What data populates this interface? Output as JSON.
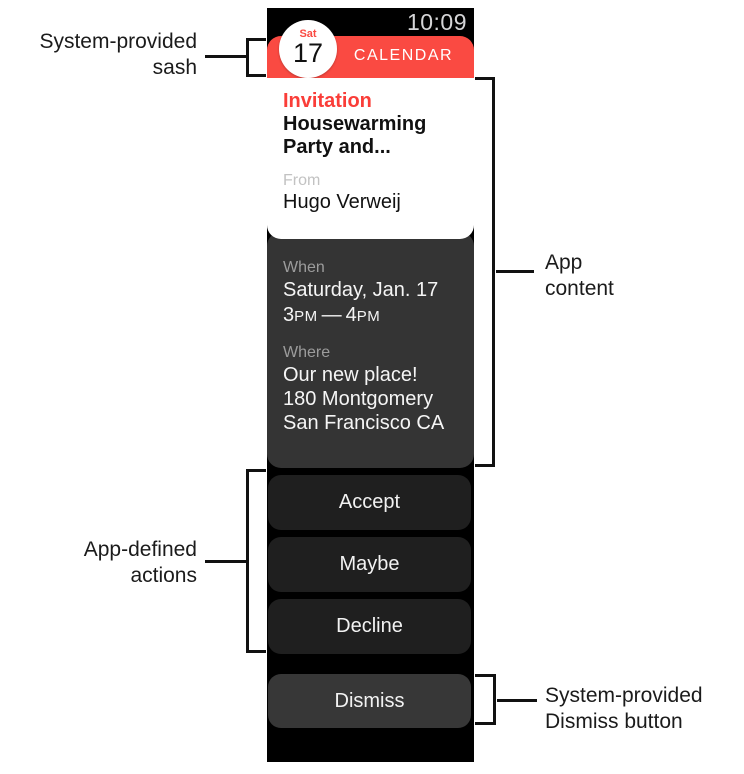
{
  "colors": {
    "page_bg": "#ffffff",
    "screen_bg": "#000000",
    "sash_red": "#fa4a42",
    "title_red": "#fa3d38",
    "time_gray": "#d5d5d7",
    "card_bg": "#ffffff",
    "muted_on_card": "#c2c2c2",
    "section_bg": "#343434",
    "muted_on_dark": "#9c9c9c",
    "text_on_dark": "#f5f5f5",
    "button_bg": "#1f1f1f",
    "dismiss_bg": "#373737",
    "annotation_ink": "#1b1b1b"
  },
  "watch": {
    "status_bar": {
      "time": "10:09"
    },
    "sash": {
      "app_name": "CALENDAR",
      "badge_day": "Sat",
      "badge_date": "17"
    },
    "card": {
      "title": "Invitation",
      "subject_line1": "Housewarming",
      "subject_line2": "Party and...",
      "from_label": "From",
      "from_name": "Hugo Verweij"
    },
    "details": {
      "when_label": "When",
      "when_date": "Saturday, Jan. 17",
      "time_start": "3",
      "time_start_suffix": "PM",
      "time_sep": "—",
      "time_end": "4",
      "time_end_suffix": "PM",
      "where_label": "Where",
      "where_line1": "Our new place!",
      "where_line2": "180 Montgomery",
      "where_line3": "San Francisco CA"
    },
    "actions": [
      {
        "label": "Accept"
      },
      {
        "label": "Maybe"
      },
      {
        "label": "Decline"
      }
    ],
    "dismiss": {
      "label": "Dismiss"
    }
  },
  "annotations": {
    "sash_label": {
      "lines": [
        "System-provided",
        "sash"
      ]
    },
    "app_content": {
      "lines": [
        "App",
        "content"
      ]
    },
    "app_actions": {
      "lines": [
        "App-defined",
        "actions"
      ]
    },
    "dismiss_label": {
      "lines": [
        "System-provided",
        "Dismiss button"
      ]
    }
  }
}
